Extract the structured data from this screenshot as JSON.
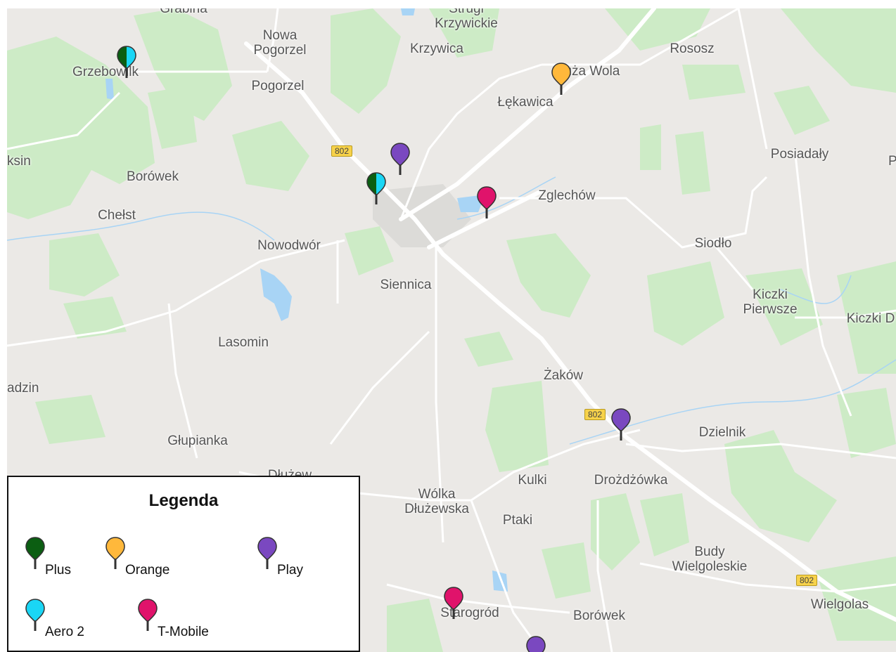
{
  "colors": {
    "plus": "#0b5e12",
    "orange": "#ffb83b",
    "play": "#7a48c0",
    "aero2": "#1ad6f5",
    "tmobile": "#e0136b",
    "green_area": "#cdebc6",
    "road": "#ffffff",
    "water": "#a8d4f5"
  },
  "places": [
    {
      "id": "strugi",
      "text": "Strugi Krzywickie"
    },
    {
      "id": "grabina",
      "text": "Grabina"
    },
    {
      "id": "nowa-pogorzel",
      "text": "Nowa Pogorzel"
    },
    {
      "id": "krzywica",
      "text": "Krzywica"
    },
    {
      "id": "rososz",
      "text": "Rososz"
    },
    {
      "id": "grzebowilk",
      "text": "Grzebowilk"
    },
    {
      "id": "duza-wola",
      "text": "Duża Wola"
    },
    {
      "id": "pogorzel",
      "text": "Pogorzel"
    },
    {
      "id": "lekawica",
      "text": "Łękawica"
    },
    {
      "id": "ksin",
      "text": "ksin"
    },
    {
      "id": "posiadaly",
      "text": "Posiadały"
    },
    {
      "id": "p-edge",
      "text": "P"
    },
    {
      "id": "borowek1",
      "text": "Borówek"
    },
    {
      "id": "zglechow",
      "text": "Zglechów"
    },
    {
      "id": "chelst",
      "text": "Chełst"
    },
    {
      "id": "siodlo",
      "text": "Siodło"
    },
    {
      "id": "nowodwor",
      "text": "Nowodwór"
    },
    {
      "id": "siennica",
      "text": "Siennica"
    },
    {
      "id": "kiczki",
      "text": "Kiczki Pierwsze"
    },
    {
      "id": "kiczki-d",
      "text": "Kiczki D"
    },
    {
      "id": "lasomin",
      "text": "Lasomin"
    },
    {
      "id": "zakow",
      "text": "Żaków"
    },
    {
      "id": "adzin",
      "text": "adzin"
    },
    {
      "id": "dzielnik",
      "text": "Dzielnik"
    },
    {
      "id": "glupianka",
      "text": "Głupianka"
    },
    {
      "id": "dluzew",
      "text": "Dłużew"
    },
    {
      "id": "kulki",
      "text": "Kulki"
    },
    {
      "id": "drozdzowka",
      "text": "Drożdżówka"
    },
    {
      "id": "wolka",
      "text": "Wólka Dłużewska"
    },
    {
      "id": "ptaki",
      "text": "Ptaki"
    },
    {
      "id": "budy",
      "text": "Budy Wielgoleskie"
    },
    {
      "id": "wielgolas",
      "text": "Wielgolas"
    },
    {
      "id": "starogrod",
      "text": "Starogród"
    },
    {
      "id": "borowek2",
      "text": "Borówek"
    }
  ],
  "road_shields": [
    {
      "id": "s1",
      "text": "802"
    },
    {
      "id": "s2",
      "text": "802"
    },
    {
      "id": "s3",
      "text": "802"
    }
  ],
  "pins": [
    {
      "id": "p1",
      "operator": "plus+aero2"
    },
    {
      "id": "p2",
      "operator": "orange"
    },
    {
      "id": "p3",
      "operator": "play"
    },
    {
      "id": "p4",
      "operator": "plus+aero2"
    },
    {
      "id": "p5",
      "operator": "tmobile"
    },
    {
      "id": "p6",
      "operator": "play"
    },
    {
      "id": "p7",
      "operator": "tmobile"
    },
    {
      "id": "p8",
      "operator": "play"
    }
  ],
  "legend": {
    "title": "Legenda",
    "items": [
      {
        "label": "Plus",
        "color_key": "plus"
      },
      {
        "label": "Orange",
        "color_key": "orange"
      },
      {
        "label": "Play",
        "color_key": "play"
      },
      {
        "label": "Aero 2",
        "color_key": "aero2"
      },
      {
        "label": "T-Mobile",
        "color_key": "tmobile"
      }
    ]
  }
}
